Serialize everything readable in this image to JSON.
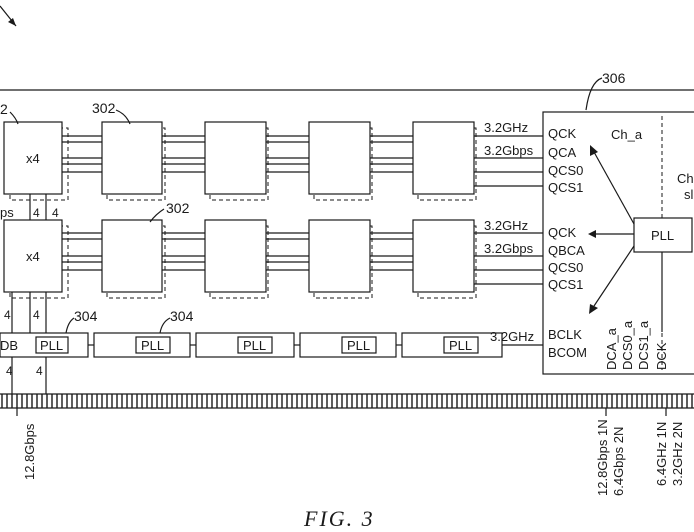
{
  "figure": {
    "caption": "FIG. 3"
  },
  "refs": {
    "ref_302_top": "302",
    "ref_302_mid": "302",
    "ref_302_left": "2",
    "ref_304_a": "304",
    "ref_304_b": "304",
    "ref_306": "306"
  },
  "modules": {
    "x4_top": "x4",
    "x4_bottom": "x4",
    "pll_label": "PLL",
    "db_label": "DB"
  },
  "left_labels": {
    "bps": "ps",
    "four": "4"
  },
  "signals": {
    "top_rate_clk": "3.2GHz",
    "top_rate_data": "3.2Gbps",
    "mid_rate_clk": "3.2GHz",
    "mid_rate_data": "3.2Gbps",
    "bclk_rate": "3.2GHz"
  },
  "controller": {
    "channel_a": "Ch_a",
    "channel_b_partial": "Ch",
    "channel_b_partial2": "sl",
    "pll": "PLL",
    "pins_top": [
      "QCK",
      "QCA",
      "QCS0",
      "QCS1"
    ],
    "pins_mid": [
      "QCK",
      "QBCA",
      "QCS0",
      "QCS1"
    ],
    "pins_bot": [
      "BCLK",
      "BCOM"
    ],
    "pins_vertical": [
      "DCA_a",
      "DCS0_a",
      "DCS1_a",
      "DCK"
    ]
  },
  "bottom_labels": {
    "left_rate": "12.8Gbps",
    "dca_rate_1": "12.8Gbps 1N",
    "dca_rate_2": "6.4Gbps 2N",
    "dck_rate_1": "6.4GHz 1N",
    "dck_rate_2": "3.2GHz 2N"
  }
}
